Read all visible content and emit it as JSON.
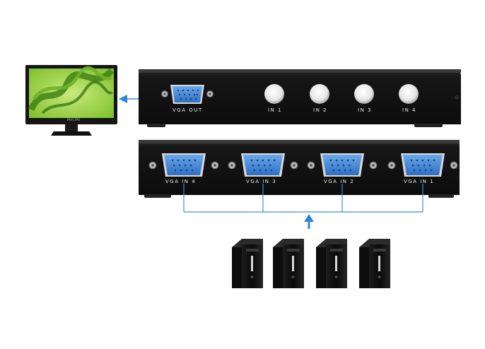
{
  "monitor": {
    "brand": "PHILIPS"
  },
  "switch_front": {
    "output_label": "VGA OUT",
    "buttons": [
      {
        "label": "IN 1"
      },
      {
        "label": "IN 2"
      },
      {
        "label": "IN 3"
      },
      {
        "label": "IN 4"
      }
    ]
  },
  "switch_back": {
    "ports": [
      {
        "label": "VGA IN 4"
      },
      {
        "label": "VGA IN 3"
      },
      {
        "label": "VGA IN 2"
      },
      {
        "label": "VGA IN 1"
      }
    ]
  },
  "colors": {
    "chassis": "#141414",
    "vga_port": "#3e86d8",
    "connection_line": "#3d8fd9",
    "arrow": "#2f86d6"
  }
}
